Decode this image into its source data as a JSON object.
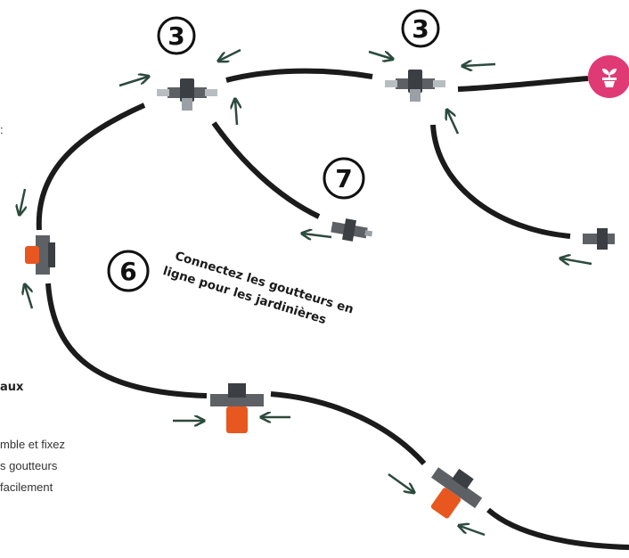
{
  "steps": [
    {
      "id": "step-3-left",
      "number": "3"
    },
    {
      "id": "step-3-right",
      "number": "3"
    },
    {
      "id": "step-7",
      "number": "7"
    },
    {
      "id": "step-6",
      "number": "6"
    }
  ],
  "callout": {
    "line1": "Connectez les goutteurs en",
    "line2": "ligne pour les jardinières"
  },
  "left_text_fragments": {
    "colon": ":",
    "heading_tail": "aux",
    "body": [
      "mble et fixez",
      "s goutteurs",
      "facilement"
    ]
  },
  "colors": {
    "tube": "#1b1b1b",
    "dripper_orange": "#e8571f",
    "connector_grey": "#5d6166",
    "arrow": "#2c4a3e",
    "badge_pink": "#e03a74"
  },
  "icons": {
    "badge": "plant-pot-icon"
  }
}
